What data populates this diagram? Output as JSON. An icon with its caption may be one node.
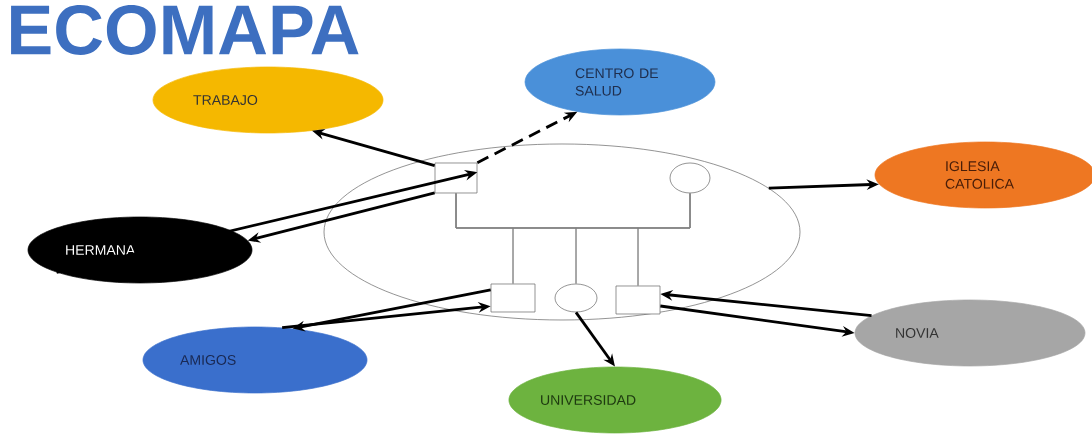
{
  "diagram": {
    "title": "ECOMAPA",
    "nodes": [
      {
        "text": [
          "TRABAJO"
        ]
      },
      {
        "text": [
          "CENTRO DE SALUD"
        ]
      },
      {
        "text": [],
        "shape": "circle"
      },
      {
        "text": [],
        "shape": "box",
        "in": 2
      },
      {
        "text": [],
        "shape": "circle",
        "in": 2
      },
      {
        "text": [
          "IGLESIA CATOLICA"
        ]
      },
      {
        "text": [
          "HERMANA"
        ]
      },
      {
        "text": [],
        "shape": "box",
        "in": 2
      },
      {
        "text": [],
        "shape": "circle",
        "in": 2
      },
      {
        "text": [],
        "shape": "box",
        "in": 2
      },
      {
        "text": [
          "NOVIA"
        ]
      },
      {
        "text": [
          "AMIGOS"
        ]
      },
      {
        "text": [
          "UNIVERSIDAD"
        ]
      }
    ],
    "edges": [
      {
        "from": 3,
        "to": 0,
        "arrow": "to"
      },
      {
        "from": 3,
        "to": 1,
        "arrow": "to",
        "style": "dashed"
      },
      {
        "from": 2,
        "to": 5,
        "arrow": "to"
      },
      {
        "from": 6,
        "to": 3,
        "arrow": "to"
      },
      {
        "from": 3,
        "to": 6,
        "arrow": "to"
      },
      {
        "from": 7,
        "to": 11,
        "arrow": "to"
      },
      {
        "from": 11,
        "to": 7,
        "arrow": "to"
      },
      {
        "from": 8,
        "to": 12,
        "arrow": "to"
      },
      {
        "from": 10,
        "to": 9,
        "arrow": "to"
      },
      {
        "from": 9,
        "to": 10,
        "arrow": "to"
      },
      {
        "from": 3,
        "to": 4,
        "arrow": "none",
        "color": "#808080"
      },
      {
        "from": 3,
        "to": 7,
        "arrow": "none",
        "color": "#808080"
      },
      {
        "from": 4,
        "to": 7,
        "arrow": "none",
        "color": "#808080"
      },
      {
        "from": 3,
        "to": 8,
        "arrow": "none",
        "color": "#808080"
      },
      {
        "from": 4,
        "to": 8,
        "arrow": "none",
        "color": "#808080"
      },
      {
        "from": 3,
        "to": 9,
        "arrow": "none",
        "color": "#808080"
      },
      {
        "from": 4,
        "to": 9,
        "arrow": "none",
        "color": "#808080"
      }
    ]
  }
}
